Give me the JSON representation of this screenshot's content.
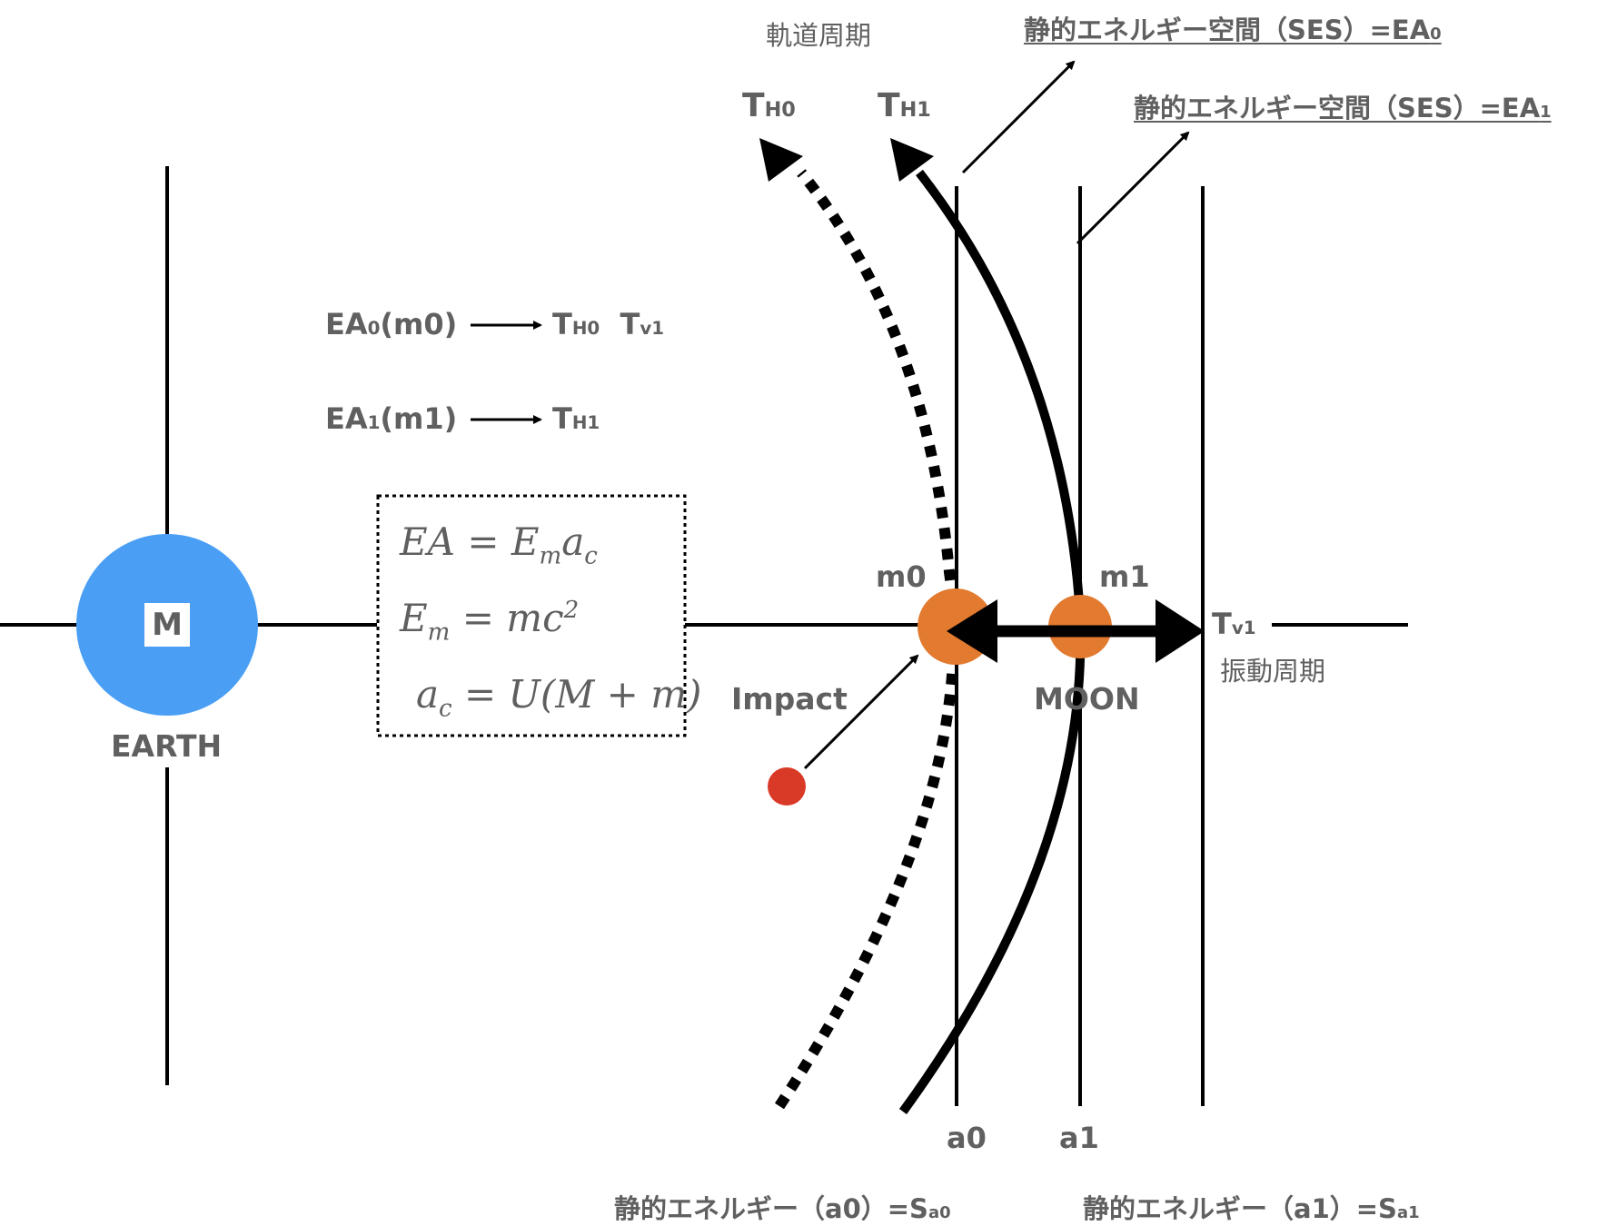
{
  "title_orbital_period": "軌道周期",
  "top_labels": {
    "th0": {
      "main": "T",
      "sub": "H0"
    },
    "th1": {
      "main": "T",
      "sub": "H1"
    }
  },
  "ses_labels": {
    "ses0": {
      "text": "静的エネルギー空間（SES）=EA",
      "sub": "0"
    },
    "ses1": {
      "text": "静的エネルギー空間（SES）=EA",
      "sub": "1"
    }
  },
  "relations": [
    {
      "lhs_main": "EA",
      "lhs_sub": "0",
      "lhs_tail": "(m0)",
      "rhs": [
        {
          "main": "T",
          "sub": "H0"
        },
        {
          "main": "T",
          "sub": "v1"
        }
      ]
    },
    {
      "lhs_main": "EA",
      "lhs_sub": "1",
      "lhs_tail": "(m1)",
      "rhs": [
        {
          "main": "T",
          "sub": "H1"
        }
      ]
    }
  ],
  "formulas": {
    "f1": {
      "lhs": "EA = E",
      "sub1": "m",
      "rest": "a",
      "sub2": "c"
    },
    "f2": {
      "lhs": "E",
      "sub1": "m",
      "rest": " = mc",
      "sup": "2"
    },
    "f3": {
      "lhs": "a",
      "sub1": "c",
      "rest": " = U(M + m)"
    }
  },
  "earth": {
    "label": "EARTH",
    "symbol": "M",
    "color": "#4a9ff5"
  },
  "moon": {
    "label": "MOON",
    "m0": "m0",
    "m1": "m1",
    "color": "#e27a2f"
  },
  "impact": {
    "label": "Impact",
    "color": "#d93a28"
  },
  "vibration": {
    "main": "T",
    "sub": "v1",
    "caption": "振動周期"
  },
  "axis_labels": {
    "a0": "a0",
    "a1": "a1"
  },
  "bottom_labels": {
    "s0": {
      "text": "静的エネルギー（a0）=S",
      "sub": "a0"
    },
    "s1": {
      "text": "静的エネルギー（a1）=S",
      "sub": "a1"
    }
  }
}
